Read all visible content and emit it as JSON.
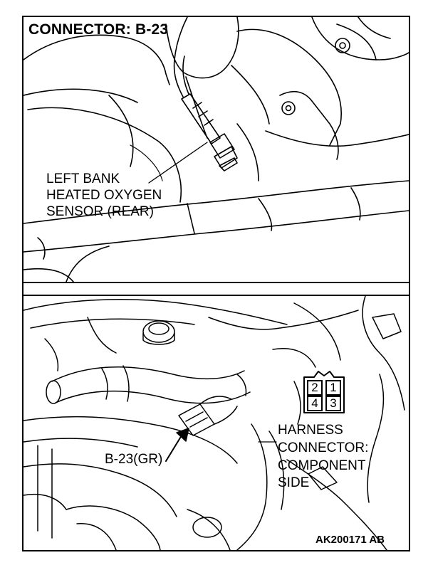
{
  "top_view": {
    "title": "CONNECTOR: B-23",
    "component_label": [
      "LEFT BANK",
      "HEATED OXYGEN",
      "SENSOR (REAR)"
    ]
  },
  "bottom_view": {
    "connector_callout": "B-23(GR)",
    "harness_label": [
      "HARNESS",
      "CONNECTOR:",
      "COMPONENT",
      "SIDE"
    ],
    "pins": [
      "2",
      "1",
      "4",
      "3"
    ]
  },
  "figure_code": "AK200171 AB",
  "colors": {
    "line": "#000000",
    "background": "#ffffff"
  }
}
